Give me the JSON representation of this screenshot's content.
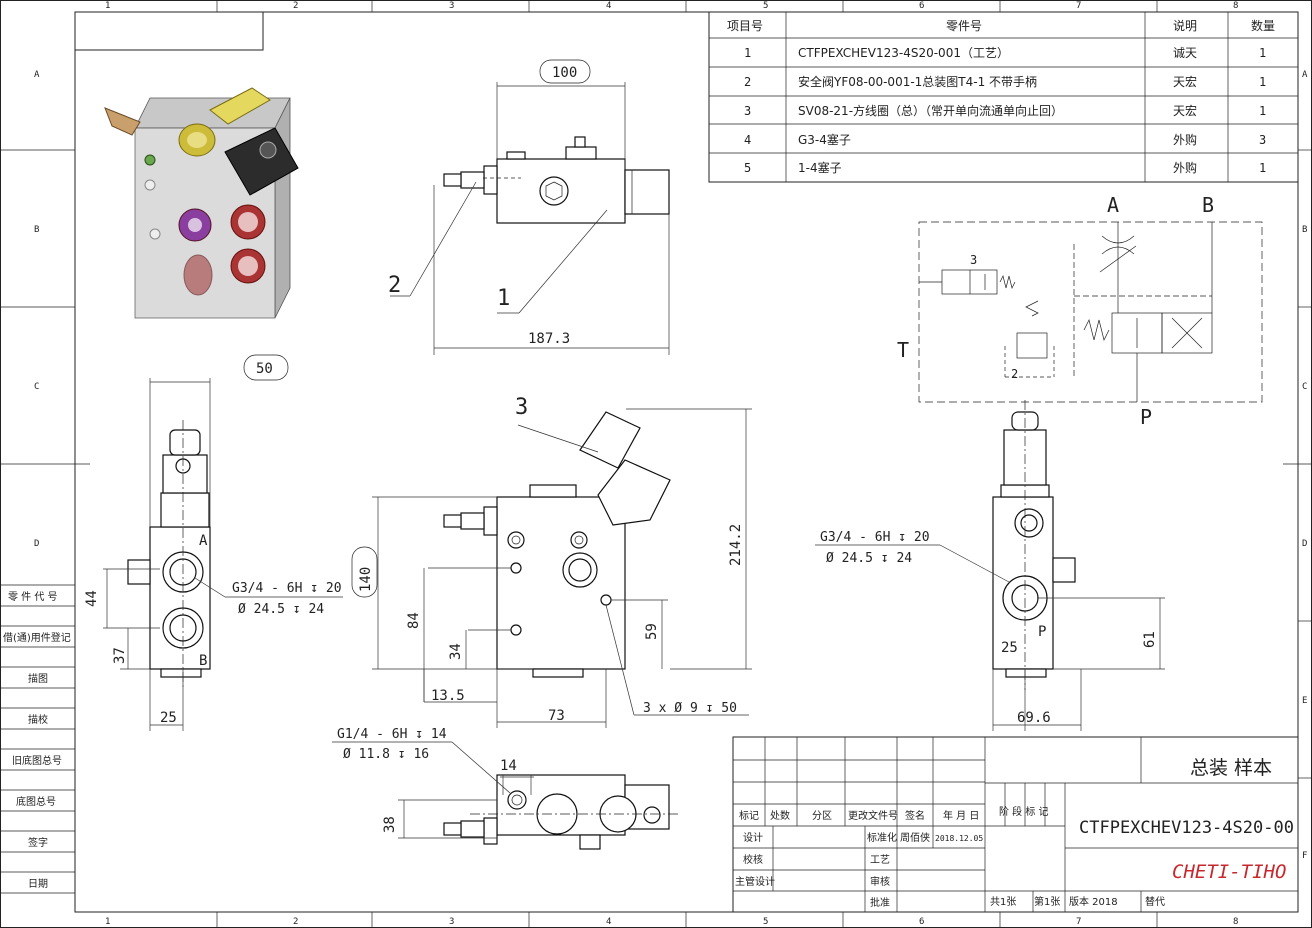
{
  "border": {
    "columns": [
      "1",
      "2",
      "3",
      "4",
      "5",
      "6",
      "7",
      "8"
    ],
    "rows": [
      "A",
      "B",
      "C",
      "D",
      "E",
      "F"
    ]
  },
  "left_strip": [
    "零 件 代 号",
    "借(通)用件登记",
    "描图",
    "描校",
    "旧底图总号",
    "底图总号",
    "签字",
    "日期"
  ],
  "bom": {
    "headers": [
      "项目号",
      "零件号",
      "说明",
      "数量"
    ],
    "rows": [
      [
        "1",
        "CTFPEXCHEV123-4S20-001（工艺）",
        "诚天",
        "1"
      ],
      [
        "2",
        "安全阀YF08-00-001-1总装图T4-1  不带手柄",
        "天宏",
        "1"
      ],
      [
        "3",
        "SV08-21-方线圈（总）（常开单向流通单向止回）",
        "天宏",
        "1"
      ],
      [
        "4",
        "G3-4塞子",
        "外购",
        "3"
      ],
      [
        "5",
        "1-4塞子",
        "外购",
        "1"
      ]
    ]
  },
  "title_block": {
    "title": "总装 样本",
    "drawing_number": "CTFPEXCHEV123-4S20-00",
    "company": "CHETI-TIHO",
    "row_labels": [
      "标记",
      "处数",
      "分区",
      "更改文件号",
      "签名",
      "年 月 日"
    ],
    "stage_label": "阶 段 标 记",
    "design_label": "设计",
    "check_label": "校核",
    "chief_label": "主管设计",
    "standard_label": "标准化",
    "designer": "周佰侠",
    "date": "2018.12.05",
    "process_label": "工艺",
    "review_label": "审核",
    "approve_label": "批准",
    "sheets": "共1张",
    "sheet_no": "第1张",
    "version": "版本 2018",
    "replace": "替代"
  },
  "hydraulic": {
    "port_a": "A",
    "port_b": "B",
    "port_t": "T",
    "port_p": "P",
    "label_3": "3",
    "label_2": "2"
  },
  "dims": {
    "top_width": "100",
    "top_length": "187.3",
    "balloon_2": "2",
    "balloon_1": "1",
    "balloon_3": "3",
    "left_width": "50",
    "left_44": "44",
    "left_37": "37",
    "left_25": "25",
    "left_port_a": "A",
    "left_port_b": "B",
    "thread_1": "G3/4 - 6H ↧ 20",
    "thread_1b": "Ø 24.5 ↧ 24",
    "front_140": "140",
    "front_214": "214.2",
    "front_84": "84",
    "front_34": "34",
    "front_59": "59",
    "front_13_5": "13.5",
    "front_73": "73",
    "holes": "3 x Ø 9 ↧ 50",
    "right_thread": "G3/4 - 6H ↧ 20",
    "right_thread_b": "Ø 24.5 ↧ 24",
    "right_25": "25",
    "right_p": "P",
    "right_61": "61",
    "right_69_6": "69.6",
    "bottom_thread": "G1/4 - 6H ↧ 14",
    "bottom_thread_b": "Ø 11.8 ↧ 16",
    "bottom_14": "14",
    "bottom_38": "38"
  }
}
